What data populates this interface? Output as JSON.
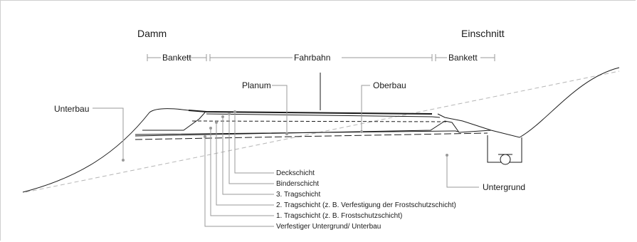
{
  "headings": {
    "left": "Damm",
    "right": "Einschnitt"
  },
  "dimensions": {
    "bankett_left": "Bankett",
    "fahrbahn": "Fahrbahn",
    "bankett_right": "Bankett"
  },
  "labels": {
    "unterbau": "Unterbau",
    "planum": "Planum",
    "oberbau": "Oberbau",
    "untergrund": "Untergrund"
  },
  "layers": [
    "Deckschicht",
    "Binderschicht",
    "3. Tragschicht",
    "2. Tragschicht (z. B. Verfestigung der Frostschutzschicht)",
    "1. Tragschicht (z. B. Frostschutzschicht)",
    "Verfestiger Untergrund/ Unterbau"
  ],
  "colors": {
    "line": "#1a1a1a",
    "leader": "#9a9a9a",
    "ground_dashed": "#b5b5b5",
    "frame": "#cfcfcf"
  }
}
